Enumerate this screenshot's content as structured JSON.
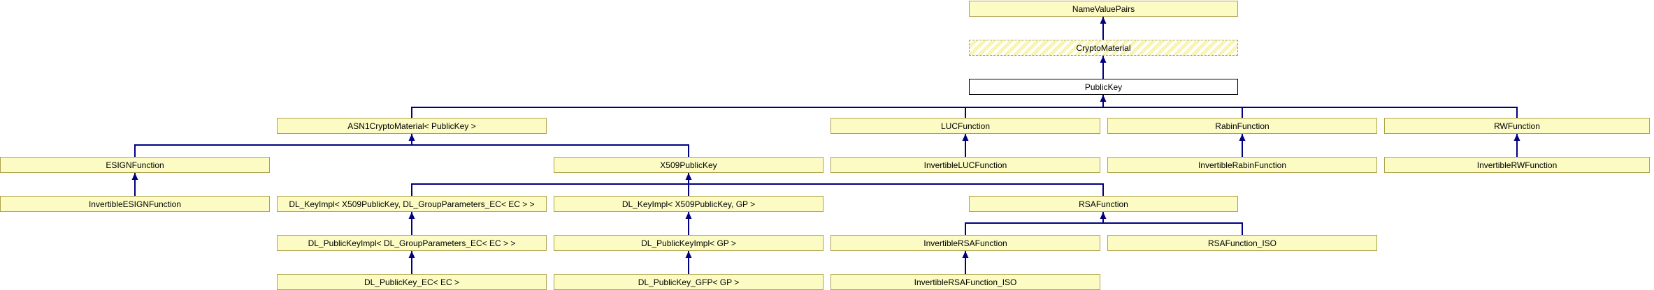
{
  "diagram": {
    "kind": "class-inheritance-diagram",
    "colors": {
      "node_fill": "#fbfbc3",
      "node_border": "#b0a34f",
      "line": "#000080",
      "focus_fill": "#ffffff",
      "focus_border": "#000000",
      "text": "#000000"
    },
    "nodes": {
      "name_value_pairs": {
        "label": "NameValuePairs"
      },
      "crypto_material": {
        "label": "CryptoMaterial"
      },
      "public_key": {
        "label": "PublicKey"
      },
      "asn1_crypto_material": {
        "label": "ASN1CryptoMaterial< PublicKey >"
      },
      "luc_function": {
        "label": "LUCFunction"
      },
      "rabin_function": {
        "label": "RabinFunction"
      },
      "rw_function": {
        "label": "RWFunction"
      },
      "esign_function": {
        "label": "ESIGNFunction"
      },
      "x509_public_key": {
        "label": "X509PublicKey"
      },
      "invertible_luc_function": {
        "label": "InvertibleLUCFunction"
      },
      "invertible_rabin_function": {
        "label": "InvertibleRabinFunction"
      },
      "invertible_rw_function": {
        "label": "InvertibleRWFunction"
      },
      "invertible_esign_function": {
        "label": "InvertibleESIGNFunction"
      },
      "dl_keyimpl_x509_ec": {
        "label": "DL_KeyImpl< X509PublicKey, DL_GroupParameters_EC< EC > >"
      },
      "dl_keyimpl_x509_gp": {
        "label": "DL_KeyImpl< X509PublicKey, GP >"
      },
      "rsa_function": {
        "label": "RSAFunction"
      },
      "dl_publickeyimpl_ec": {
        "label": "DL_PublicKeyImpl< DL_GroupParameters_EC< EC > >"
      },
      "dl_publickeyimpl_gp": {
        "label": "DL_PublicKeyImpl< GP >"
      },
      "invertible_rsa_function": {
        "label": "InvertibleRSAFunction"
      },
      "rsa_function_iso": {
        "label": "RSAFunction_ISO"
      },
      "dl_publickey_ec": {
        "label": "DL_PublicKey_EC< EC >"
      },
      "dl_publickey_gfp": {
        "label": "DL_PublicKey_GFP< GP >"
      },
      "invertible_rsa_function_iso": {
        "label": "InvertibleRSAFunction_ISO"
      }
    }
  }
}
